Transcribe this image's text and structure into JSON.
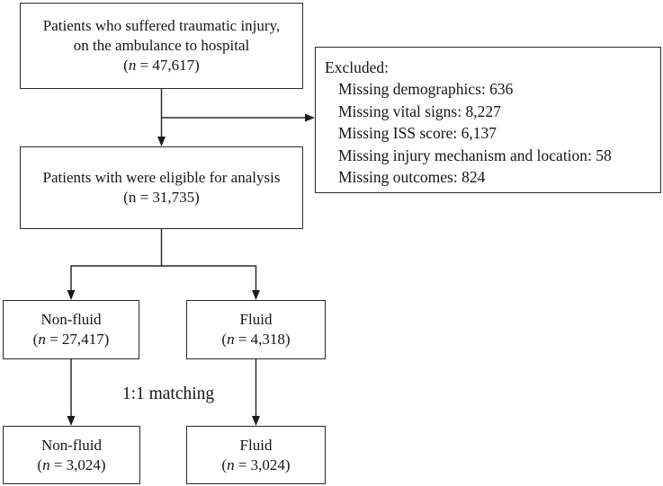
{
  "diagram": {
    "boxes": {
      "source": {
        "line1": "Patients who suffered traumatic injury,",
        "line2": "on the ambulance to hospital",
        "count": "(*n* = 47,617)"
      },
      "excluded": {
        "title": "Excluded:",
        "items": [
          "Missing demographics: 636",
          "Missing vital signs: 8,227",
          "Missing ISS score: 6,137",
          "Missing injury mechanism and location: 58",
          "Missing outcomes: 824"
        ]
      },
      "eligible": {
        "line1": "Patients with were eligible for analysis",
        "count": "(n = 31,735)"
      },
      "nonfluid": {
        "label": "Non-fluid",
        "count": "(*n* = 27,417)"
      },
      "fluid": {
        "label": "Fluid",
        "count": "(*n* = 4,318)"
      },
      "nonfluid_matched": {
        "label": "Non-fluid",
        "count": "(*n* = 3,024)"
      },
      "fluid_matched": {
        "label": "Fluid",
        "count": "(*n* = 3,024)"
      }
    },
    "labels": {
      "matching": "1:1 matching"
    },
    "colors": {
      "line": "#2a2a2a",
      "text": "#161616",
      "background": "#ffffff"
    }
  }
}
